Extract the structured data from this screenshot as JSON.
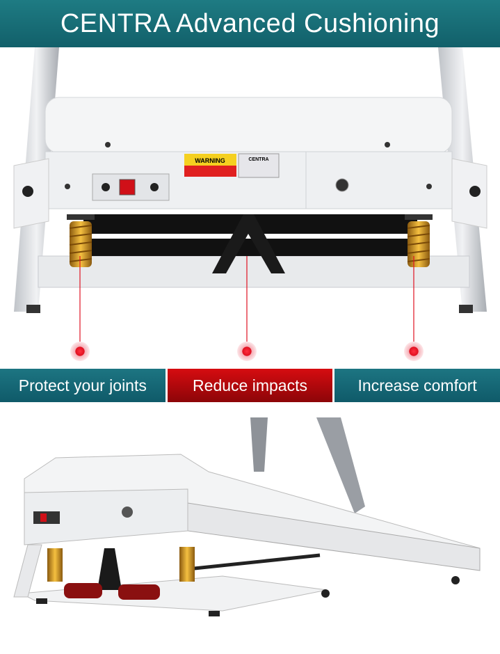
{
  "header": {
    "title": "CENTRA Advanced Cushioning"
  },
  "benefits": [
    {
      "label": "Protect your joints",
      "highlighted": false
    },
    {
      "label": "Reduce impacts",
      "highlighted": true
    },
    {
      "label": "Increase comfort",
      "highlighted": false
    }
  ],
  "product_labels": {
    "warning": "WARNING",
    "brand": "CENTRA"
  },
  "colors": {
    "teal": "#16687a",
    "red": "#c00a0e",
    "spring": "#e0a020"
  }
}
